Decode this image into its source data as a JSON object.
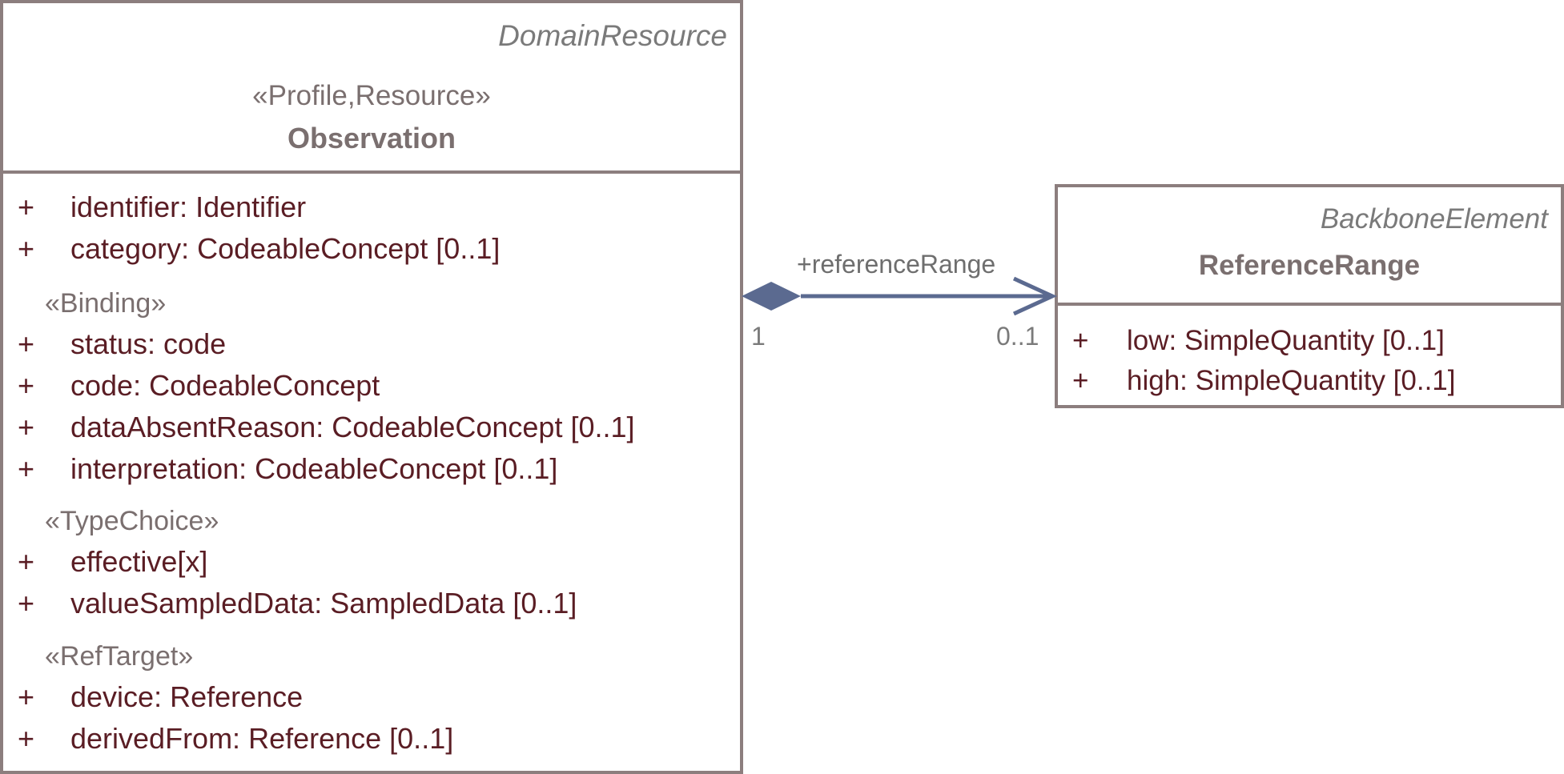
{
  "observation": {
    "parent": "DomainResource",
    "stereotype": "«Profile,Resource»",
    "name": "Observation",
    "attrs_main": [
      {
        "plus": "+",
        "text": "identifier: Identifier"
      },
      {
        "plus": "+",
        "text": "category: CodeableConcept [0..1]"
      }
    ],
    "group_binding": "«Binding»",
    "attrs_binding": [
      {
        "plus": "+",
        "text": "status: code"
      },
      {
        "plus": "+",
        "text": "code: CodeableConcept"
      },
      {
        "plus": "+",
        "text": "dataAbsentReason: CodeableConcept [0..1]"
      },
      {
        "plus": "+",
        "text": "interpretation: CodeableConcept [0..1]"
      }
    ],
    "group_typechoice": "«TypeChoice»",
    "attrs_typechoice": [
      {
        "plus": "+",
        "text": "effective[x]"
      },
      {
        "plus": "+",
        "text": "valueSampledData: SampledData [0..1]"
      }
    ],
    "group_reftarget": "«RefTarget»",
    "attrs_reftarget": [
      {
        "plus": "+",
        "text": "device: Reference"
      },
      {
        "plus": "+",
        "text": "derivedFrom: Reference [0..1]"
      }
    ]
  },
  "reference_range": {
    "parent": "BackboneElement",
    "name": "ReferenceRange",
    "attrs": [
      {
        "plus": "+",
        "text": "low: SimpleQuantity [0..1]"
      },
      {
        "plus": "+",
        "text": "high: SimpleQuantity [0..1]"
      }
    ]
  },
  "association": {
    "role": "+referenceRange",
    "source_multiplicity": "1",
    "target_multiplicity": "0..1",
    "line_color": "#5b6a90"
  }
}
